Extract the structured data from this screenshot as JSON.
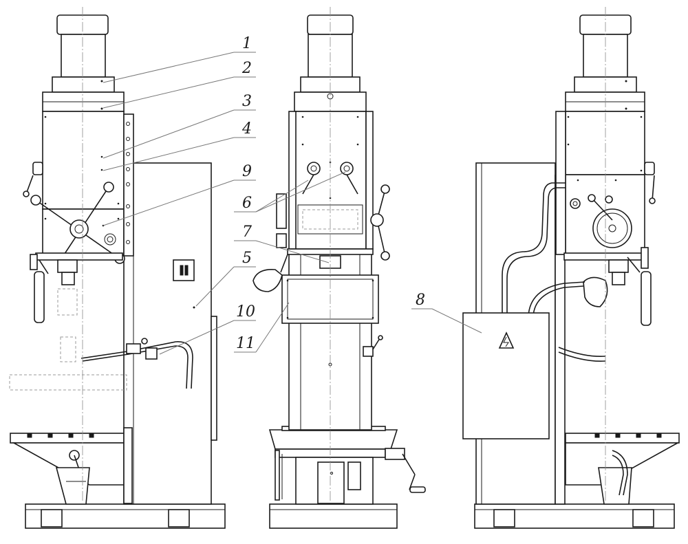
{
  "callouts": {
    "c1": "1",
    "c2": "2",
    "c3": "3",
    "c4": "4",
    "c5": "5",
    "c6": "6",
    "c7": "7",
    "c8": "8",
    "c9": "9",
    "c10": "10",
    "c11": "11"
  },
  "colors": {
    "line": "#1a1a1a",
    "leader": "#777777",
    "background": "#ffffff"
  }
}
